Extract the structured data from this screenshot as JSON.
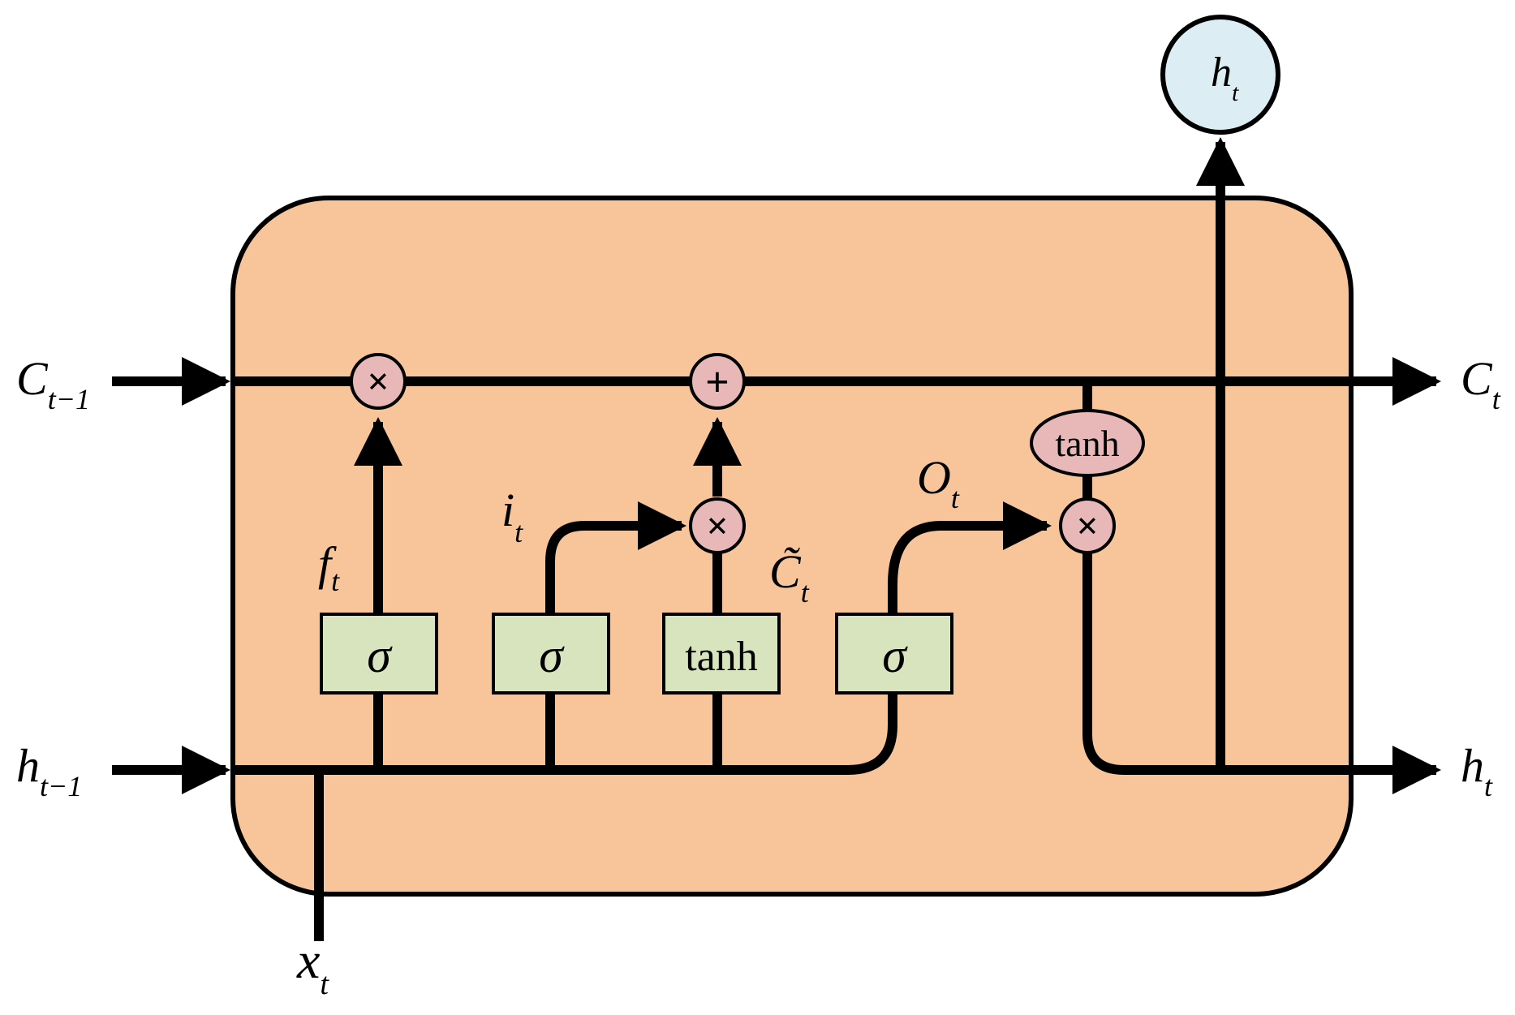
{
  "inputs": {
    "c_prev": {
      "main": "C",
      "sub": "t−1"
    },
    "h_prev": {
      "main": "h",
      "sub": "t−1"
    },
    "x": {
      "main": "x",
      "sub": "t"
    }
  },
  "outputs": {
    "c": {
      "main": "C",
      "sub": "t"
    },
    "h": {
      "main": "h",
      "sub": "t"
    },
    "h_top": {
      "main": "h",
      "sub": "t"
    }
  },
  "gates": {
    "forget": {
      "label": "σ",
      "signal": {
        "main": "f",
        "sub": "t"
      }
    },
    "input": {
      "label": "σ",
      "signal": {
        "main": "i",
        "sub": "t"
      }
    },
    "candidate": {
      "label": "tanh",
      "signal": {
        "main": "C̃",
        "sub": "t"
      }
    },
    "output": {
      "label": "σ",
      "signal": {
        "main": "O",
        "sub": "t"
      }
    }
  },
  "cell_state_activation": {
    "label": "tanh"
  },
  "operators": {
    "multiply": "×",
    "add": "+"
  },
  "colors": {
    "cell_fill": "#F8C49A",
    "gate_fill": "#D8E4BE",
    "operator_fill": "#E8B8B8",
    "output_node_fill": "#DCEEF3",
    "line": "#000000"
  }
}
